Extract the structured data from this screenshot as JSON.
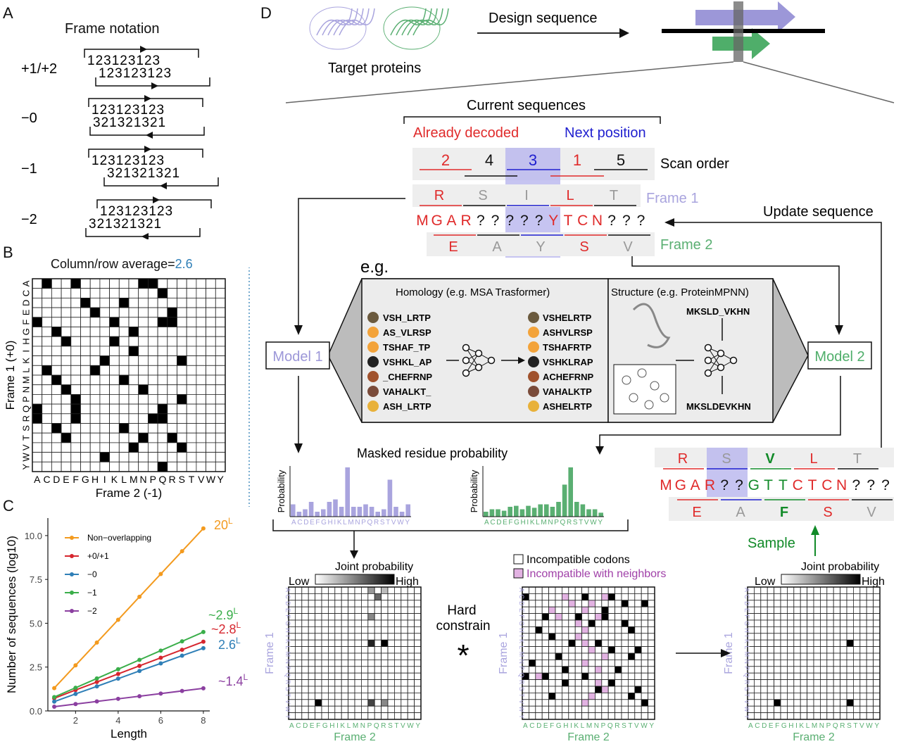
{
  "panels": {
    "a": "A",
    "b": "B",
    "c": "C",
    "d": "D"
  },
  "panel_a": {
    "title": "Frame notation",
    "rows": [
      {
        "label": "+1/+2",
        "top": "123123123",
        "bottom": "123123123"
      },
      {
        "label": "−0",
        "top": "123123123",
        "bottom": "321321321"
      },
      {
        "label": "−1",
        "top": "123123123",
        "bottom": "321321321"
      },
      {
        "label": "−2",
        "top": "123123123",
        "bottom": "321321321"
      }
    ]
  },
  "panel_b": {
    "title_prefix": "Column/row average=",
    "title_value": "2.6",
    "ylabel": "Frame 1 (+0)",
    "xlabel": "Frame 2 (-1)",
    "alphabet": "ACDEFGHIKLMNPQRSTVWY",
    "value_color": "#2f7fb7"
  },
  "panel_c": {
    "xlabel": "Length",
    "ylabel": "Number of sequences (log10)",
    "legend": [
      "Non−overlapping",
      "+0/+1",
      "−0",
      "−1",
      "−2"
    ],
    "x_ticks": [
      "2",
      "4",
      "6",
      "8"
    ],
    "y_ticks": [
      "0.0",
      "2.5",
      "5.0",
      "7.5",
      "10.0"
    ],
    "end_labels": [
      "20",
      "~2.9",
      "~2.8",
      "2.6",
      "~1.4"
    ],
    "end_label_sup": "L"
  },
  "chart_data": {
    "type": "line",
    "xlabel": "Length",
    "ylabel": "Number of sequences (log10)",
    "x": [
      1,
      2,
      3,
      4,
      5,
      6,
      7,
      8
    ],
    "ylim": [
      0,
      11
    ],
    "xlim": [
      0.7,
      8.3
    ],
    "series": [
      {
        "name": "Non−overlapping",
        "color": "#f39a1e",
        "values": [
          1.3,
          2.6,
          3.9,
          5.2,
          6.51,
          7.81,
          9.11,
          10.41
        ]
      },
      {
        "name": "+0/+1",
        "color": "#d6262e",
        "values": [
          0.72,
          1.19,
          1.65,
          2.11,
          2.57,
          3.03,
          3.49,
          3.95
        ]
      },
      {
        "name": "−0",
        "color": "#2f7fb7",
        "values": [
          0.53,
          0.97,
          1.4,
          1.84,
          2.28,
          2.71,
          3.15,
          3.58
        ]
      },
      {
        "name": "−1",
        "color": "#3aae4a",
        "values": [
          0.79,
          1.32,
          1.85,
          2.38,
          2.91,
          3.44,
          3.97,
          4.5
        ]
      },
      {
        "name": "−2",
        "color": "#8b3fa0",
        "values": [
          0.24,
          0.39,
          0.54,
          0.69,
          0.84,
          0.99,
          1.14,
          1.29
        ]
      }
    ]
  },
  "panel_d": {
    "target_label": "Target proteins",
    "design_label": "Design sequence",
    "current_sequences": "Current sequences",
    "already_decoded": "Already decoded",
    "next_position": "Next position",
    "scan_order_label": "Scan order",
    "scan_order": [
      "2",
      "4",
      "3",
      "1",
      "5"
    ],
    "frame1_label": "Frame 1",
    "frame2_label": "Frame 2",
    "frame1_aa": [
      "R",
      "S",
      "I",
      "L",
      "T"
    ],
    "frame2_aa": [
      "E",
      "A",
      "Y",
      "S",
      "V"
    ],
    "nucleotides": "MGAR?????YTCN???",
    "update_sequence": "Update sequence",
    "eg": "e.g.",
    "homology_title": "Homology (e.g. MSA Trasformer)",
    "structure_title": "Structure (e.g. ProteinMPNN)",
    "msa_in": [
      "VSH_LRTP",
      "AS_VLRSP",
      "TSHAF_TP",
      "VSHKL_AP",
      "_CHEFRNP",
      "VAHALKT_",
      "ASH_LRTP"
    ],
    "msa_out": [
      "VSHELRTP",
      "ASHVLRSP",
      "TSHAFRTP",
      "VSHKLRAP",
      "ACHEFRNP",
      "VAHALKTP",
      "ASHELRTP"
    ],
    "structure_in": "MKSLD_VKHN",
    "structure_out": "MKSLDEVKHN",
    "model1": "Model 1",
    "model2": "Model 2",
    "masked_prob": "Masked residue probability",
    "prob_axis": "Probability",
    "alphabet": "ACDEFGHIKLMNPQRSTVWY",
    "bars1": [
      0.25,
      0.1,
      0.15,
      0.3,
      0.1,
      0.15,
      0.3,
      0.35,
      0.2,
      1.0,
      0.2,
      0.2,
      0.25,
      0.2,
      0.1,
      0.15,
      0.75,
      0.2,
      0.1,
      0.25
    ],
    "bars2": [
      0.1,
      0.15,
      0.15,
      0.12,
      0.2,
      0.22,
      0.15,
      0.22,
      0.18,
      0.25,
      0.25,
      0.2,
      0.3,
      0.65,
      1.0,
      0.3,
      0.25,
      0.15,
      0.15,
      0.08
    ],
    "joint_prob": "Joint probability",
    "low": "Low",
    "high": "High",
    "hard_constrain": [
      "Hard",
      "constrain"
    ],
    "incompatible_codons": "Incompatible codons",
    "incompatible_neighbors": "Incompatible with neighbors",
    "frame1_axis": "Frame 1",
    "frame2_axis": "Frame 2",
    "sample": "Sample",
    "result_frame1": [
      "R",
      "S",
      "V",
      "L",
      "T"
    ],
    "result_nt": "MGAR??GTTCTCN???",
    "result_frame2": [
      "E",
      "A",
      "F",
      "S",
      "V"
    ],
    "colors": {
      "red": "#e02a2a",
      "blue": "#1f1fcf",
      "purple": "#9c97d8",
      "green": "#5aaf72",
      "orange": "#f39a1e",
      "magenta": "#a040a8",
      "pink": "#e2b2e2"
    }
  }
}
